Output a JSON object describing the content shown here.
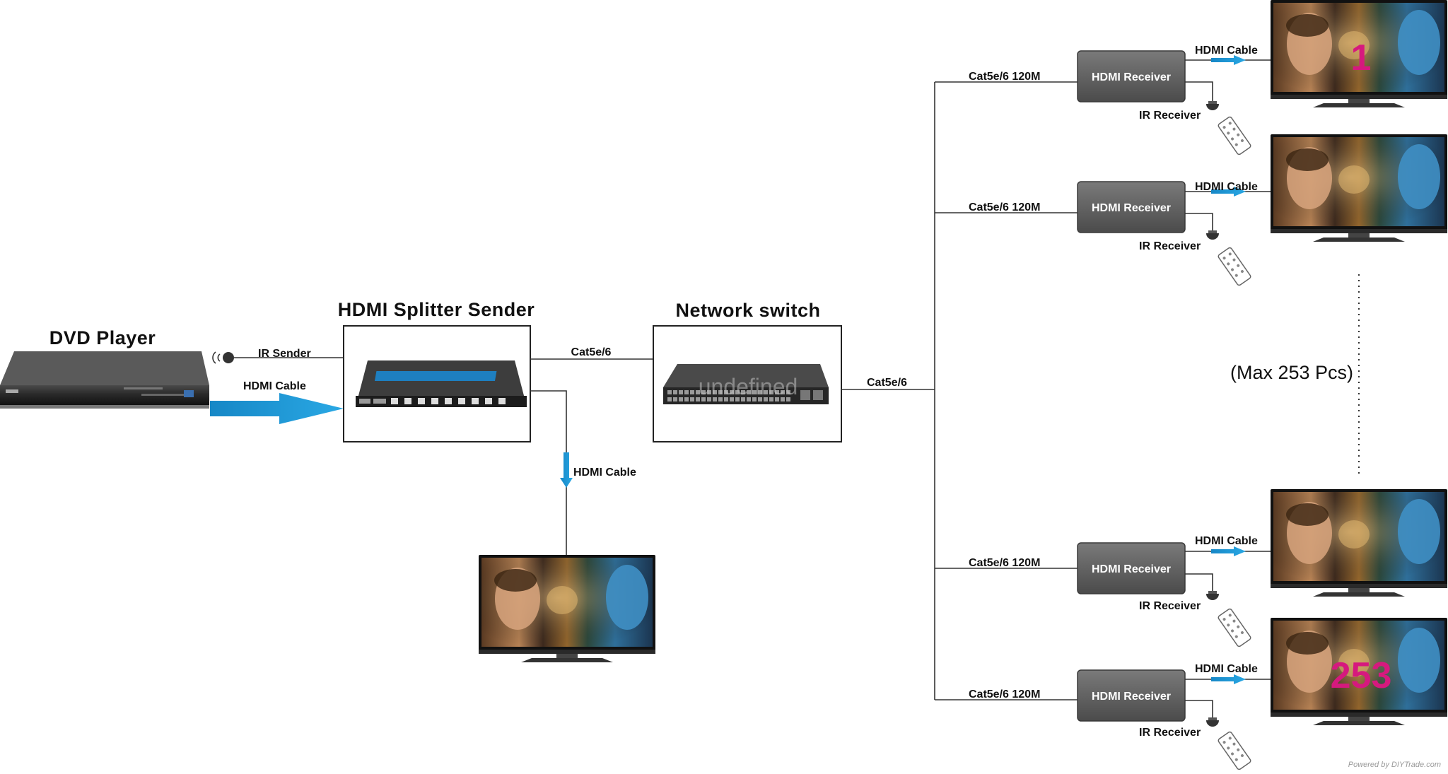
{
  "title": "",
  "nodes": {
    "dvd_player": "DVD Player",
    "splitter_sender": "HDMI Splitter Sender",
    "network_switch": "Network switch",
    "receivers": [
      {
        "label": "HDMI Receiver",
        "cable": "Cat5e/6 120M",
        "hdmi": "HDMI Cable",
        "ir": "IR Receiver",
        "tv_number": "1"
      },
      {
        "label": "HDMI Receiver",
        "cable": "Cat5e/6 120M",
        "hdmi": "HDMI Cable",
        "ir": "IR Receiver",
        "tv_number": ""
      },
      {
        "label": "HDMI Receiver",
        "cable": "Cat5e/6 120M",
        "hdmi": "HDMI Cable",
        "ir": "IR Receiver",
        "tv_number": ""
      },
      {
        "label": "HDMI Receiver",
        "cable": "Cat5e/6 120M",
        "hdmi": "HDMI Cable",
        "ir": "IR Receiver",
        "tv_number": "253"
      }
    ]
  },
  "edges": {
    "ir_sender": "IR Sender",
    "dvd_hdmi": "HDMI Cable",
    "sender_switch": "Cat5e/6",
    "sender_local_hdmi": "HDMI Cable",
    "switch_out": "Cat5e/6"
  },
  "note_max": "(Max 253 Pcs)",
  "watermark": "undefined",
  "footer": "Powered by DIYTrade.com",
  "colors": {
    "arrow": "#1a9ad6",
    "receiver_box": "#5a5a5a",
    "tv_number": "#d6197e",
    "line": "#333333"
  }
}
